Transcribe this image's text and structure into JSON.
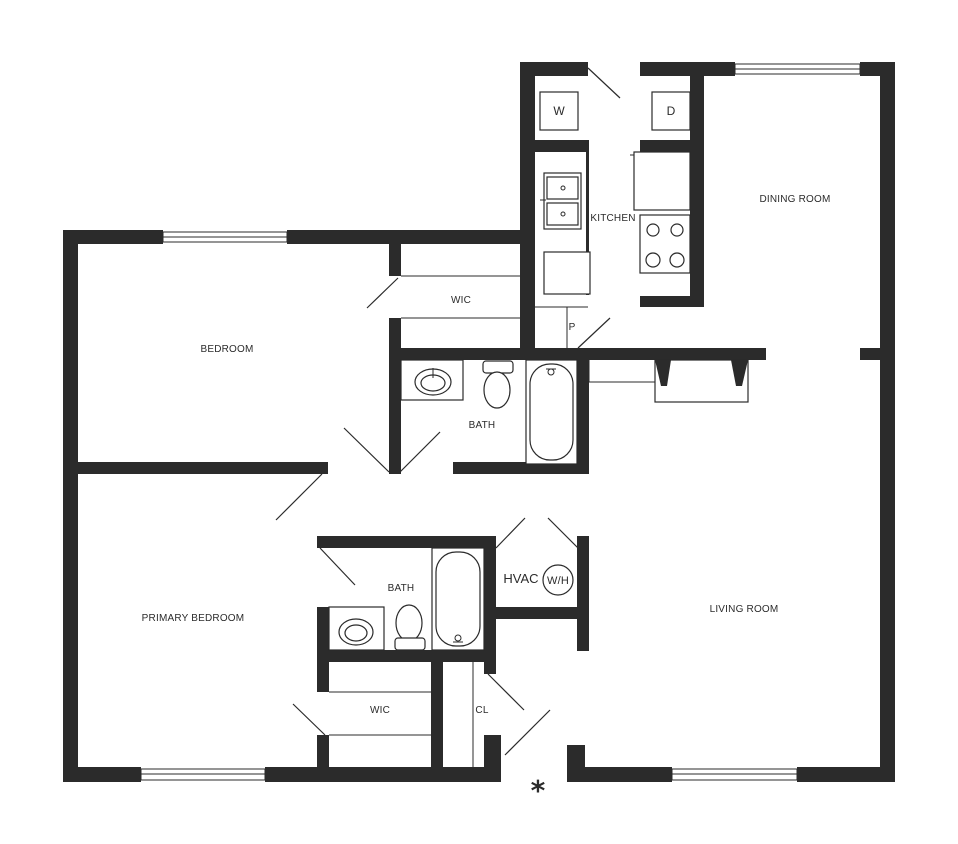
{
  "rooms": {
    "bedroom": "BEDROOM",
    "wic_upper": "WIC",
    "kitchen": "KITCHEN",
    "dining_room": "DINING ROOM",
    "pantry": "P",
    "bath_upper": "BATH",
    "primary_bedroom": "PRIMARY BEDROOM",
    "bath_lower": "BATH",
    "wic_lower": "WIC",
    "closet": "CL",
    "living_room": "LIVING ROOM",
    "hvac": "HVAC"
  },
  "appliances": {
    "washer": "W",
    "dryer": "D",
    "water_heater": "W/H"
  },
  "entry_marker": "*",
  "colors": {
    "wall": "#2b2b2b",
    "background": "#ffffff"
  }
}
